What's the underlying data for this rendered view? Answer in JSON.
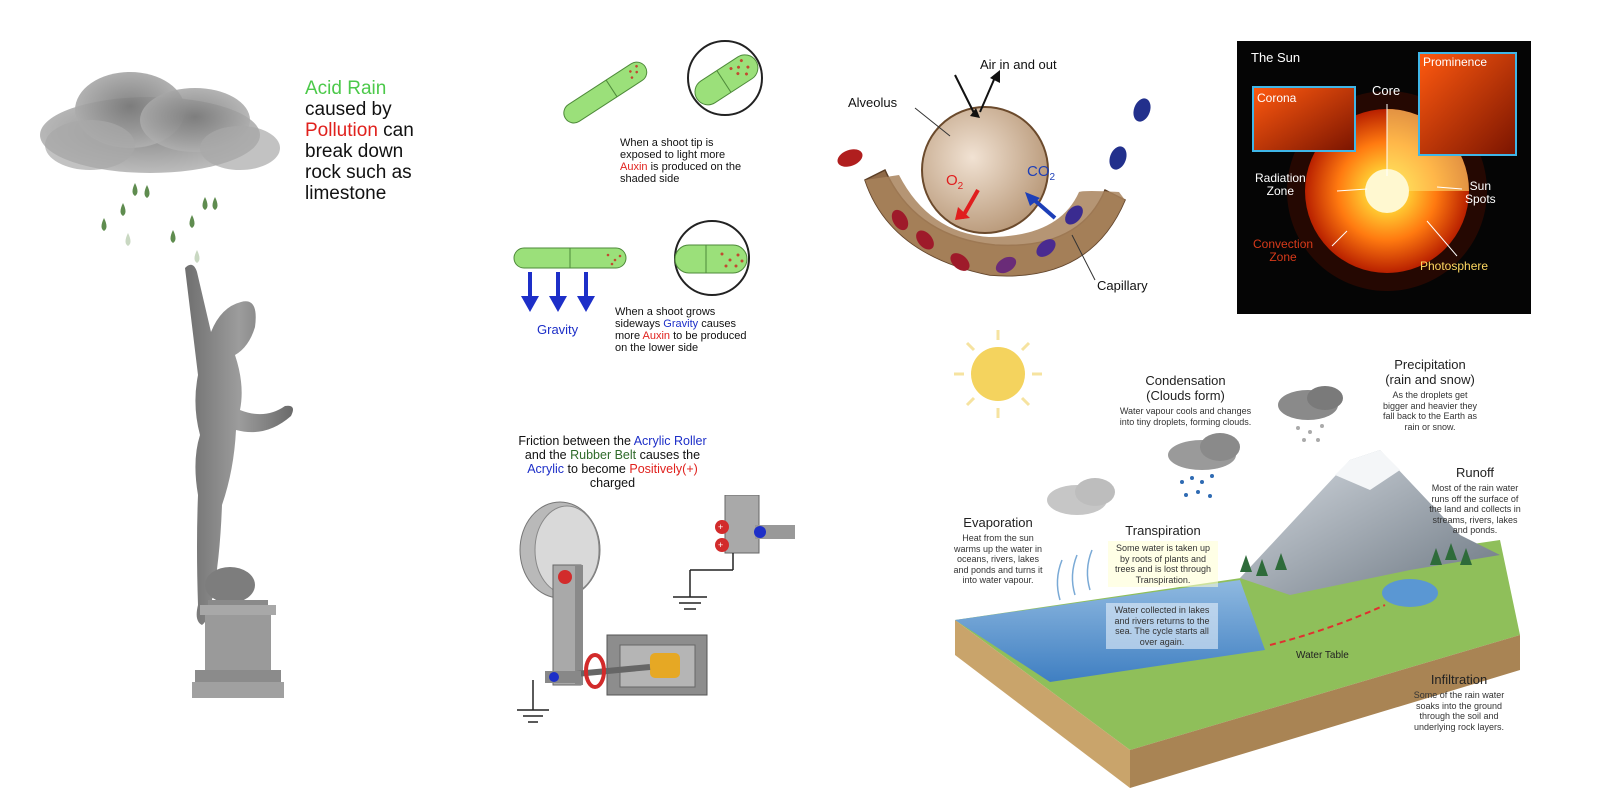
{
  "acid_rain": {
    "line1": "Acid Rain",
    "line2": "caused by",
    "line3a": "Pollution",
    "line3b": " can",
    "line4": "break down",
    "line5": "rock such as",
    "line6": "limestone"
  },
  "phototropism": {
    "light_text_1": "When a shoot tip is",
    "light_text_2": "exposed to light more",
    "light_text_3": "Auxin",
    "light_text_4": " is produced on the",
    "light_text_5": "shaded side",
    "gravity_label": "Gravity",
    "grav_text_1": "When a shoot grows",
    "grav_text_2a": "sideways ",
    "grav_text_2b": "Gravity",
    "grav_text_2c": " causes",
    "grav_text_3a": "more ",
    "grav_text_3b": "Auxin",
    "grav_text_3c": " to be produced",
    "grav_text_4": "on the lower side"
  },
  "friction": {
    "l1a": "Friction between the ",
    "l1b": "Acrylic Roller",
    "l2a": "and the ",
    "l2b": "Rubber Belt",
    "l2c": " causes the",
    "l3a": "Acrylic",
    "l3b": " to become ",
    "l3c": "Positively(+)",
    "l4": "charged"
  },
  "alveolus": {
    "air": "Air in and out",
    "alveolus": "Alveolus",
    "o2": "O",
    "o2_sub": "2",
    "co2": "CO",
    "co2_sub": "2",
    "capillary": "Capillary"
  },
  "sun": {
    "title": "The Sun",
    "corona": "Corona",
    "prominence": "Prominence",
    "core": "Core",
    "radiation_1": "Radiation",
    "radiation_2": "Zone",
    "sunspots_1": "Sun",
    "sunspots_2": "Spots",
    "convection_1": "Convection",
    "convection_2": "Zone",
    "photosphere": "Photosphere"
  },
  "water_cycle": {
    "condensation_title_1": "Condensation",
    "condensation_title_2": "(Clouds form)",
    "condensation_text_1": "Water vapour cools and changes",
    "condensation_text_2": "into tiny droplets, forming clouds.",
    "precip_title_1": "Precipitation",
    "precip_title_2": "(rain and snow)",
    "precip_text_1": "As the droplets get",
    "precip_text_2": "bigger and heavier they",
    "precip_text_3": "fall back to the Earth as",
    "precip_text_4": "rain or snow.",
    "runoff_title": "Runoff",
    "runoff_text_1": "Most of the rain water",
    "runoff_text_2": "runs off the surface of",
    "runoff_text_3": "the land and collects in",
    "runoff_text_4": "streams, rivers, lakes",
    "runoff_text_5": "and ponds.",
    "evap_title": "Evaporation",
    "evap_text_1": "Heat from the sun",
    "evap_text_2": "warms up the water in",
    "evap_text_3": "oceans, rivers, lakes",
    "evap_text_4": "and ponds and turns it",
    "evap_text_5": "into water vapour.",
    "transp_title": "Transpiration",
    "transp_text_1": "Some water is taken up",
    "transp_text_2": "by roots of plants and",
    "transp_text_3": "trees and is lost through",
    "transp_text_4": "Transpiration.",
    "lakes_text_1": "Water collected in lakes",
    "lakes_text_2": "and rivers returns to the",
    "lakes_text_3": "sea. The cycle starts all",
    "lakes_text_4": "over again.",
    "water_table": "Water Table",
    "infil_title": "Infiltration",
    "infil_text_1": "Some of the rain water",
    "infil_text_2": "soaks into the ground",
    "infil_text_3": "through the soil and",
    "infil_text_4": "underlying rock layers."
  },
  "colors": {
    "acid_green": "#4cc94a",
    "pollution_red": "#e0211d",
    "auxin_red": "#e0211d",
    "gravity_blue": "#1d2fc8",
    "shoot_green": "#9be07a"
  }
}
